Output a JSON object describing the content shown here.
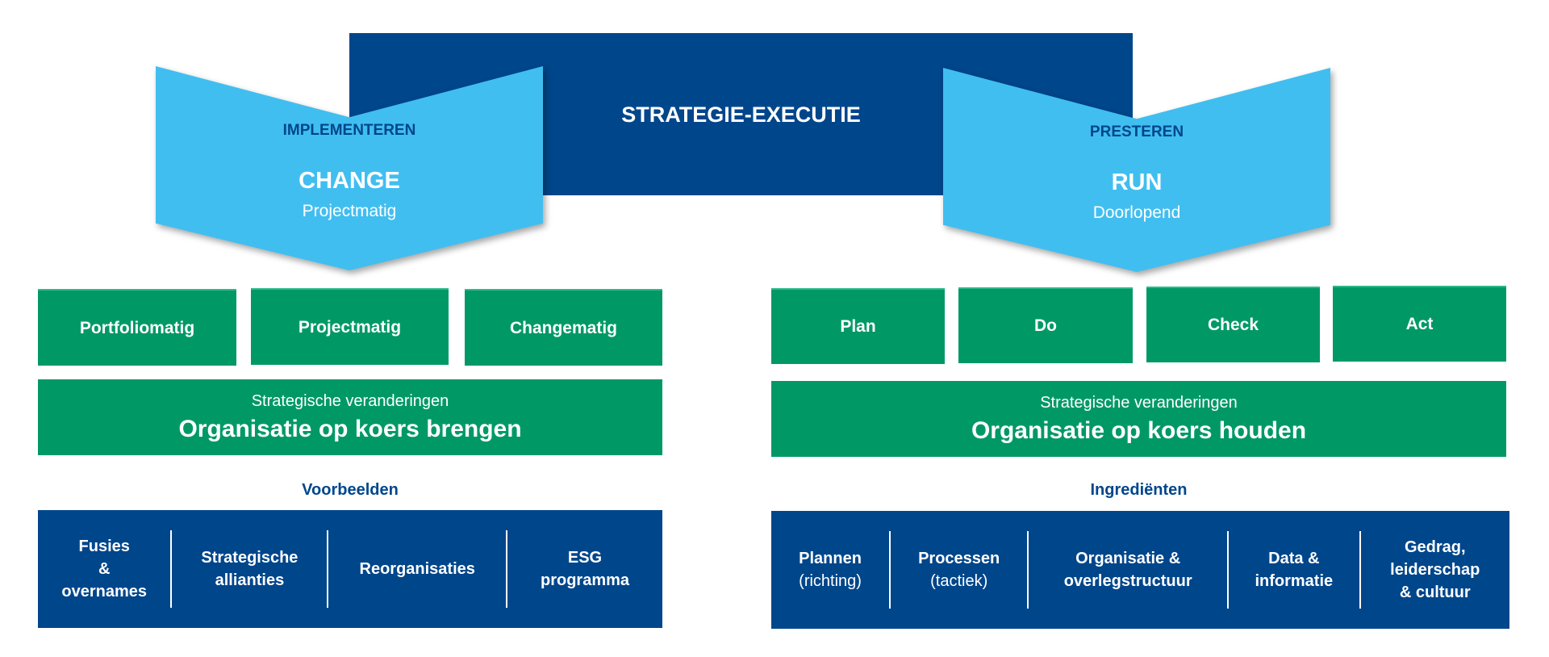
{
  "colors": {
    "dark_blue": "#00468b",
    "light_blue": "#41bef0",
    "green": "#009966"
  },
  "header": {
    "title": "STRATEGIE-EXECUTIE"
  },
  "left": {
    "chevron": {
      "kicker": "IMPLEMENTEREN",
      "title": "CHANGE",
      "subtitle": "Projectmatig"
    },
    "methods": [
      "Portfoliomatig",
      "Projectmatig",
      "Changematig"
    ],
    "banner": {
      "line1": "Strategische veranderingen",
      "line2": "Organisatie op koers brengen"
    },
    "section_label": "Voorbeelden",
    "items": [
      {
        "lines": [
          "Fusies",
          "&",
          "overnames"
        ]
      },
      {
        "lines": [
          "Strategische",
          "allianties"
        ]
      },
      {
        "lines": [
          "Reorganisaties"
        ]
      },
      {
        "lines": [
          "ESG",
          "programma"
        ]
      }
    ]
  },
  "right": {
    "chevron": {
      "kicker": "PRESTEREN",
      "title": "RUN",
      "subtitle": "Doorlopend"
    },
    "methods": [
      "Plan",
      "Do",
      "Check",
      "Act"
    ],
    "banner": {
      "line1": "Strategische veranderingen",
      "line2": "Organisatie op koers houden"
    },
    "section_label": "Ingrediënten",
    "items": [
      {
        "title": "Plannen",
        "note": "(richting)"
      },
      {
        "title": "Processen",
        "note": "(tactiek)"
      },
      {
        "lines": [
          "Organisatie &",
          "overlegstructuur"
        ]
      },
      {
        "lines": [
          "Data &",
          "informatie"
        ]
      },
      {
        "lines": [
          "Gedrag,",
          "leiderschap",
          "& cultuur"
        ]
      }
    ]
  }
}
